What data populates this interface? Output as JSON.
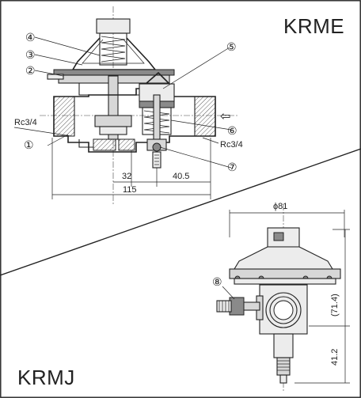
{
  "model_top": "KRME",
  "model_bottom": "KRMJ",
  "callouts": {
    "c1": "①",
    "c2": "②",
    "c3": "③",
    "c4": "④",
    "c5": "⑤",
    "c6": "⑥",
    "c7": "⑦",
    "c8": "⑧"
  },
  "dimensions": {
    "thread_left": "Rc3/4",
    "thread_right": "Rc3/4",
    "d32": "32",
    "d40_5": "40.5",
    "d115": "115",
    "phi81": "ϕ81",
    "d71_4": "(71.4)",
    "d41_2": "41.2"
  },
  "flow_arrow": "⇦"
}
